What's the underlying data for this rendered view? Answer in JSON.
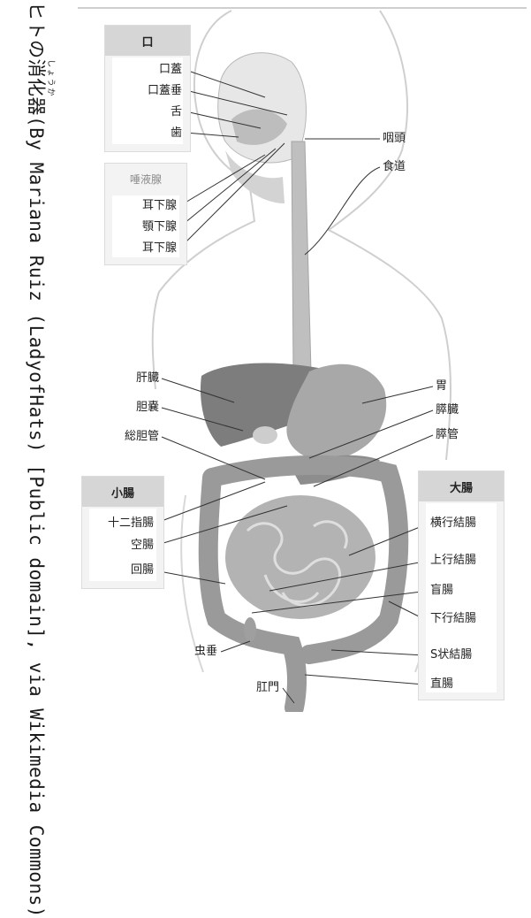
{
  "caption": "ヒトの消化器(By Mariana Ruiz (LadyofHats) [Public domain], via Wikimedia Commons)",
  "caption_ruby": "しょうか",
  "groups": {
    "mouth": {
      "title": "口",
      "items": [
        "口蓋",
        "口蓋垂",
        "舌",
        "歯"
      ]
    },
    "salivary": {
      "title": "唾液腺",
      "items": [
        "耳下腺",
        "顎下腺",
        "耳下腺"
      ]
    },
    "small_intestine": {
      "title": "小腸",
      "items": [
        "十二指腸",
        "空腸",
        "回腸"
      ]
    },
    "large_intestine": {
      "title": "大腸",
      "items": [
        "横行結腸",
        "上行結腸",
        "盲腸",
        "下行結腸",
        "S状結腸",
        "直腸"
      ]
    }
  },
  "labels": {
    "pharynx": "咽頭",
    "esophagus": "食道",
    "liver": "肝臓",
    "gallbladder": "胆嚢",
    "bile_duct": "総胆管",
    "stomach": "胃",
    "pancreas": "膵臓",
    "pancreatic_duct": "膵管",
    "appendix": "虫垂",
    "anus": "肛門"
  }
}
